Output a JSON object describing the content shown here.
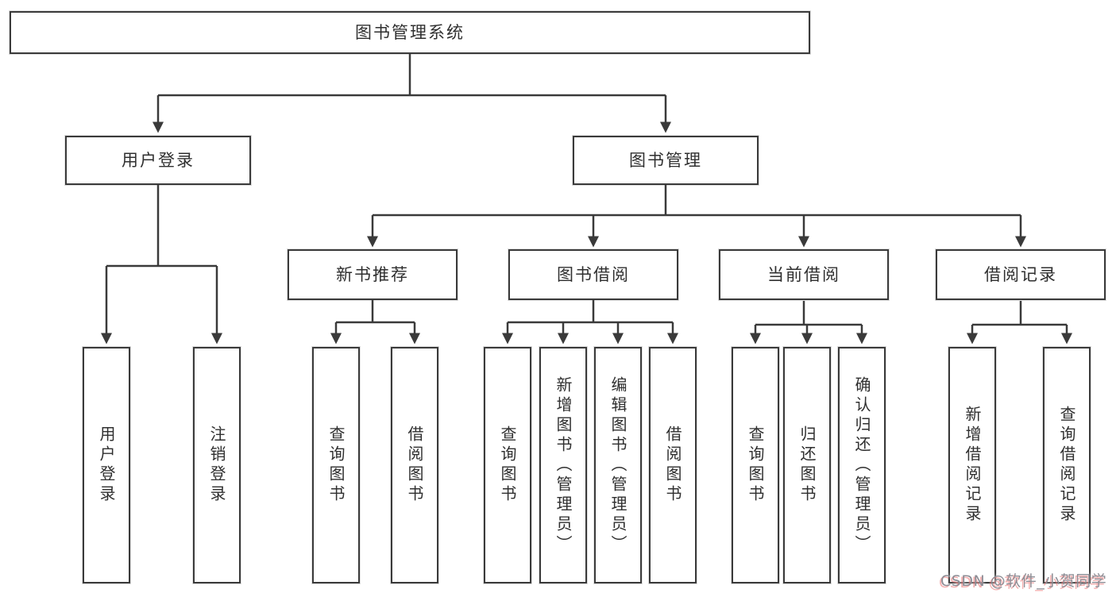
{
  "diagram_type": "functional-decomposition-tree",
  "colors": {
    "line": "#3a3a3a",
    "box_border": "#3a3a3a",
    "box_fill": "#ffffff",
    "text": "#2f2f2f",
    "watermark_gray": "#8d8d95",
    "watermark_red": "#eb6e6e"
  },
  "tree": {
    "label": "图书管理系统",
    "children": [
      {
        "label": "用户登录",
        "children": [
          {
            "label": "用户登录"
          },
          {
            "label": "注销登录"
          }
        ]
      },
      {
        "label": "图书管理",
        "children": [
          {
            "label": "新书推荐",
            "children": [
              {
                "label": "查询图书"
              },
              {
                "label": "借阅图书"
              }
            ]
          },
          {
            "label": "图书借阅",
            "children": [
              {
                "label": "查询图书"
              },
              {
                "label": "新增图书（管理员）"
              },
              {
                "label": "编辑图书（管理员）"
              },
              {
                "label": "借阅图书"
              }
            ]
          },
          {
            "label": "当前借阅",
            "children": [
              {
                "label": "查询图书"
              },
              {
                "label": "归还图书"
              },
              {
                "label": "确认归还（管理员）"
              }
            ]
          },
          {
            "label": "借阅记录",
            "children": [
              {
                "label": "新增借阅记录"
              },
              {
                "label": "查询借阅记录"
              }
            ]
          }
        ]
      }
    ]
  },
  "watermark": {
    "text": "CSDN @软件_小贺同学"
  }
}
